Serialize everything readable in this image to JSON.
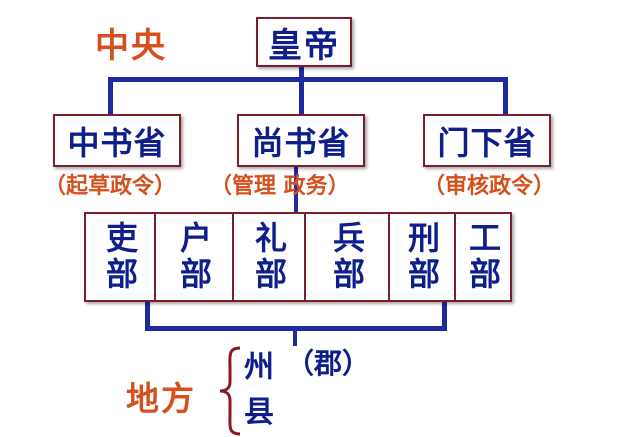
{
  "central_label": "中央",
  "local_label": "地方",
  "emperor": "皇帝",
  "departments": [
    {
      "name": "中书省",
      "note": "（起草政令）"
    },
    {
      "name": "尚书省",
      "note": "（管理  政务）"
    },
    {
      "name": "门下省",
      "note": "（审核政令）"
    }
  ],
  "ministries": [
    "吏部",
    "户部",
    "礼部",
    "兵部",
    "刑部",
    "工部"
  ],
  "local": {
    "zhou": "州",
    "jun": "（郡）",
    "xian": "县"
  },
  "colors": {
    "blue_text": "#0e1f8c",
    "red_text": "#d6501e",
    "box_border": "#7a1f2b",
    "connector": "#1e2ba0"
  }
}
